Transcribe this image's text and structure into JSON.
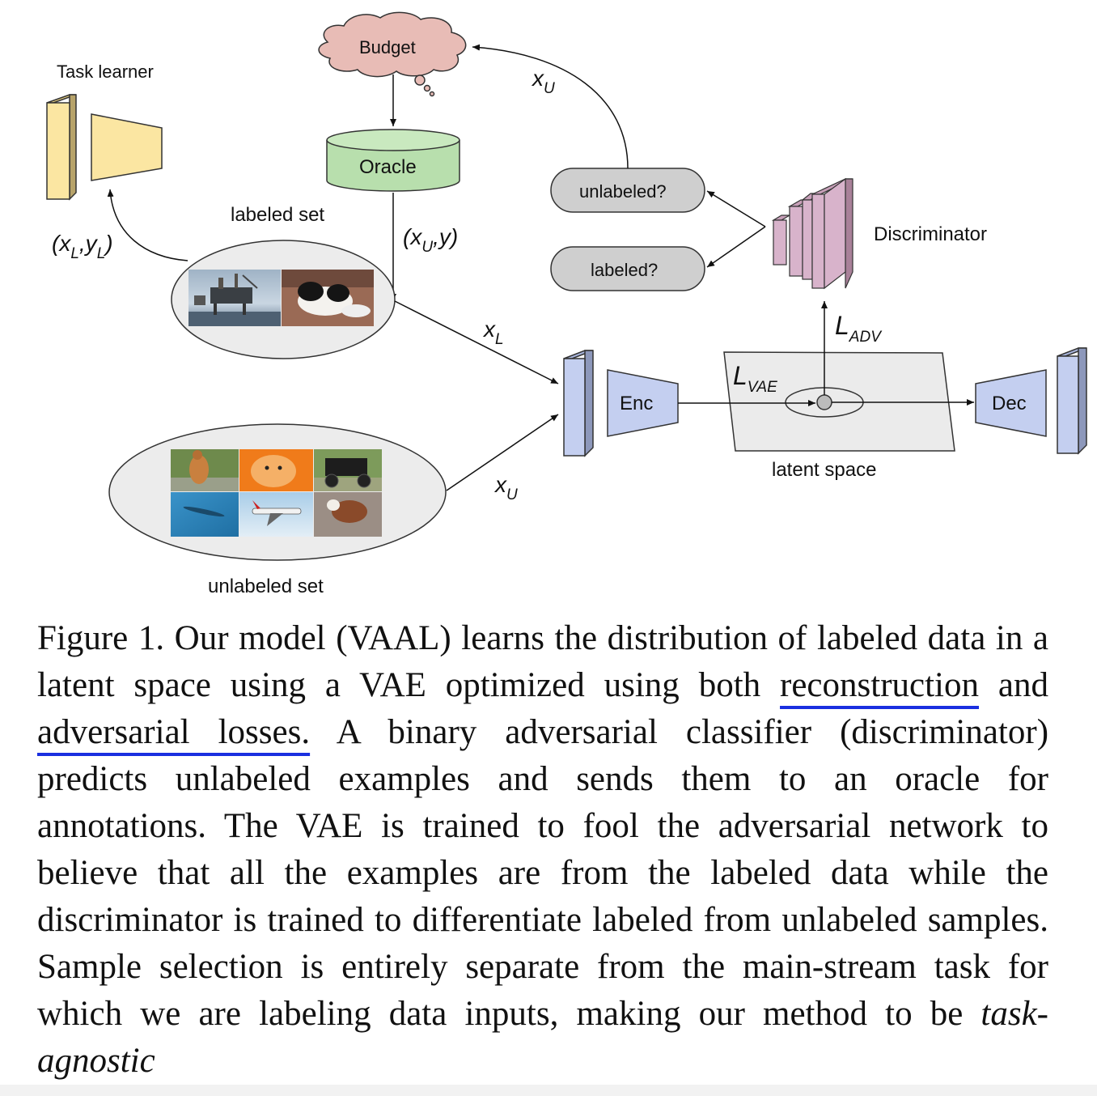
{
  "figure": {
    "task_learner_label": "Task learner",
    "budget_label": "Budget",
    "oracle_label": "Oracle",
    "labeled_set_label": "labeled set",
    "unlabeled_set_label": "unlabeled set",
    "unlabeled_q_label": "unlabeled?",
    "labeled_q_label": "labeled?",
    "discriminator_label": "Discriminator",
    "enc_label": "Enc",
    "dec_label": "Dec",
    "latent_space_label": "latent space",
    "xl_main": "x",
    "xl_sub": "L",
    "xu_main": "x",
    "xu_sub": "U",
    "xu_top_main": "x",
    "xu_top_sub": "U",
    "xu_y_open": "(x",
    "xu_y_sub": "U",
    "xu_y_rest": ",y)",
    "xl_yl_open": "(x",
    "xl_yl_sub1": "L",
    "xl_yl_mid": ",y",
    "xl_yl_sub2": "L",
    "xl_yl_close": ")",
    "ladv_main": "L",
    "ladv_sub": "ADV",
    "lvae_main": "L",
    "lvae_sub": "VAE",
    "colors": {
      "budget_cloud": "#e8bcb6",
      "oracle": "#b8dfad",
      "task_learner": "#fbe6a2",
      "encoder_decoder": "#c4cff0",
      "discriminator": "#d8b3cb",
      "query_pill": "#cfcfcf",
      "set_ellipse": "#ececec"
    },
    "thumbnails_labeled": [
      "oil-rig-photo",
      "puppy-photo"
    ],
    "thumbnails_unlabeled": [
      "boxer-dog-photo",
      "orange-fox-toy-photo",
      "vintage-car-photo",
      "fish-photo",
      "airplane-photo",
      "calf-photo"
    ]
  },
  "caption": {
    "part1": "Figure 1. Our model (VAAL) learns the distribution of labeled data in a latent space using a VAE optimized using both ",
    "underline1": "reconstruction",
    "part2": " and ",
    "underline2": "adversarial losses.",
    "part3": " A binary adversarial classifier (discriminator) predicts unlabeled examples and sends them to an oracle for annotations. The VAE is trained to fool the adversarial network to believe that all the examples are from the labeled data while the discriminator is trained to differentiate labeled from unlabeled samples. Sample selection is entirely separate from the main-stream task for which we are labeling data inputs, making our method to be ",
    "italic_end": "task-agnostic"
  }
}
